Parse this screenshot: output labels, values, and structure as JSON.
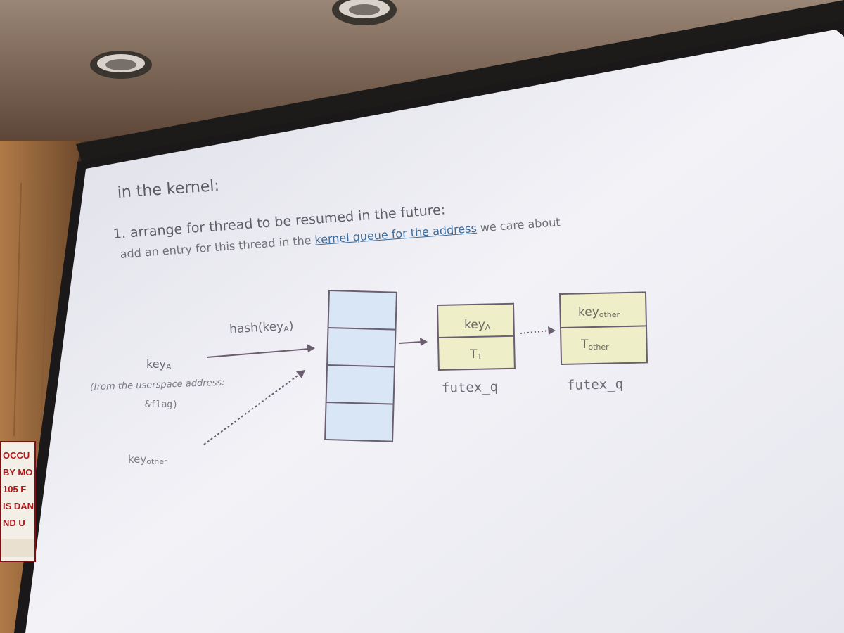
{
  "sign": {
    "lines": [
      "OCCU",
      "BY MO",
      "105 F",
      "IS DAN",
      "ND U"
    ]
  },
  "slide": {
    "heading": "in the kernel:",
    "point_1": "1. arrange for thread to be resumed in the future:",
    "subpoint_before": "add an entry for this thread in the ",
    "subpoint_link": "kernel queue for the address",
    "subpoint_after": " we care about"
  },
  "diagram": {
    "hash_label": "hash(key",
    "hash_label_sub": "A",
    "hash_label_close": ")",
    "key_a": "key",
    "key_a_sub": "A",
    "source_note": "(from the userspace address:",
    "flag_note": "&flag)",
    "key_other": "key",
    "key_other_sub": "other",
    "queue_slots": 4,
    "entries": [
      {
        "key": "key",
        "key_sub": "A",
        "thread": "T",
        "thread_sub": "1",
        "type": "futex_q"
      },
      {
        "key": "key",
        "key_sub": "other",
        "thread": "T",
        "thread_sub": "other",
        "type": "futex_q"
      }
    ]
  },
  "colors": {
    "screen": "#f1f1f6",
    "queue_fill": "#d9e6f5",
    "entry_fill": "#eeeec8",
    "arrow": "#6b5e6e",
    "link": "#3d6a99"
  }
}
